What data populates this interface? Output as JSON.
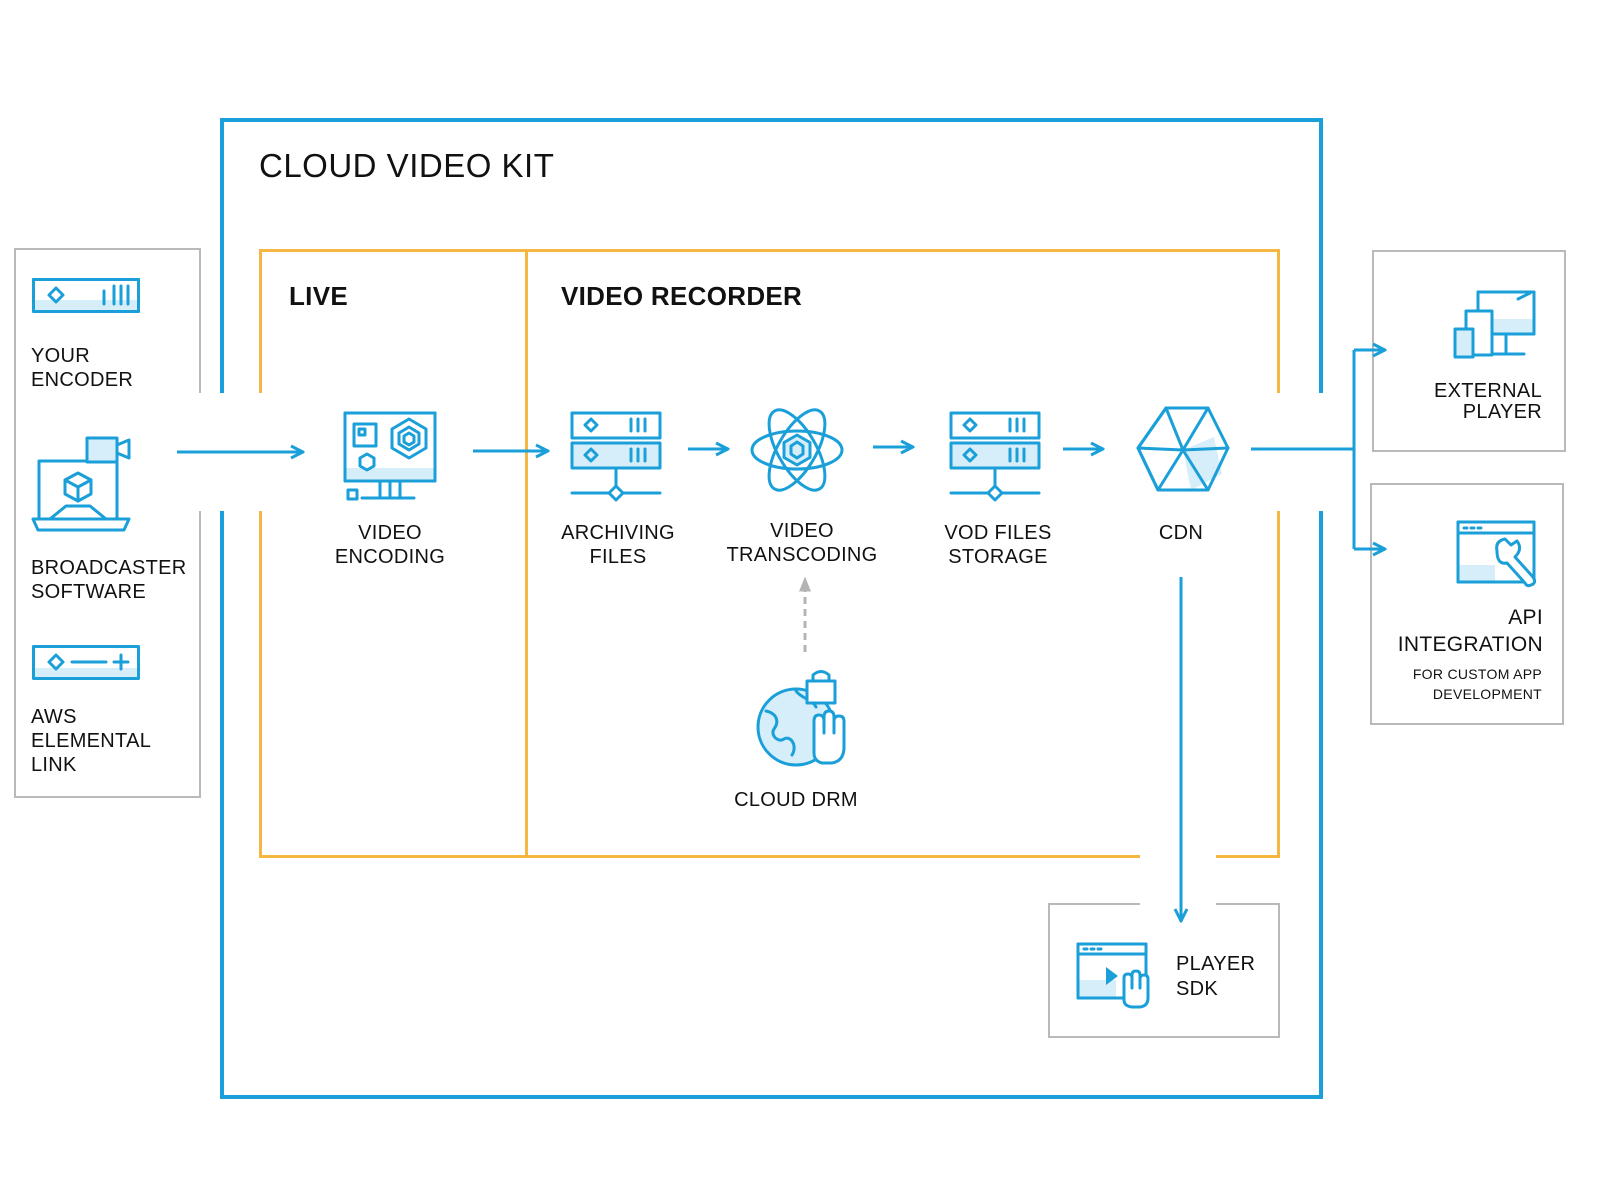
{
  "kit": {
    "title": "CLOUD VIDEO KIT"
  },
  "sections": {
    "live": "LIVE",
    "recorder": "VIDEO RECORDER"
  },
  "sources": {
    "your_encoder": [
      "YOUR",
      "ENCODER"
    ],
    "broadcaster": [
      "BROADCASTER",
      "SOFTWARE"
    ],
    "aws": [
      "AWS",
      "ELEMENTAL",
      "LINK"
    ]
  },
  "steps": {
    "video_encoding": [
      "VIDEO",
      "ENCODING"
    ],
    "archiving": [
      "ARCHIVING",
      "FILES"
    ],
    "transcoding": [
      "VIDEO",
      "TRANSCODING"
    ],
    "vod": [
      "VOD FILES",
      "STORAGE"
    ],
    "cdn": "CDN",
    "drm": "CLOUD DRM"
  },
  "outputs": {
    "external_player": [
      "EXTERNAL",
      "PLAYER"
    ],
    "api": [
      "API",
      "INTEGRATION"
    ],
    "api_sub": [
      "FOR CUSTOM APP",
      "DEVELOPMENT"
    ],
    "player_sdk": [
      "PLAYER",
      "SDK"
    ]
  },
  "colors": {
    "blue": "#1a9fd9",
    "orange": "#f5b642",
    "gray": "#b4b4b4",
    "text": "#111111"
  }
}
